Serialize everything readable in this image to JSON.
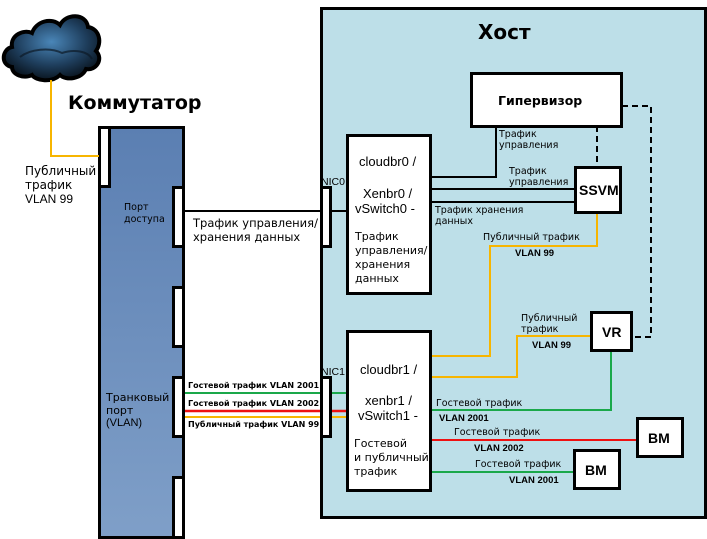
{
  "diagram": {
    "cloud": {
      "icon": "cloud-icon"
    },
    "switch": {
      "title": "Коммутатор",
      "public_uplink_label": [
        "Публичный",
        "трафик",
        "VLAN 99"
      ],
      "access_port_label": [
        "Порт",
        "доступа"
      ],
      "trunk_port_label": [
        "Транковый",
        "порт",
        "(VLAN)"
      ]
    },
    "access_link_label": [
      "Трафик управления/",
      "хранения данных"
    ],
    "trunk_links": [
      {
        "label": "Гостевой трафик VLAN 2001",
        "color": "#1aa84a"
      },
      {
        "label": "Гостевой трафик VLAN 2002",
        "color": "#ee1111"
      },
      {
        "label": "Публичный трафик VLAN 99",
        "color": "#f7b500"
      }
    ],
    "host": {
      "title": "Хост",
      "nic0": "NIC0",
      "nic1": "NIC1",
      "hypervisor": "Гипервизор",
      "ssvm": "SSVM",
      "vr": "VR",
      "vm1": "ВМ",
      "vm2": "ВМ",
      "bridge0": {
        "line1": "cloudbr0 /",
        "line2": "Xenbr0 /",
        "line3": "vSwitch0 -",
        "desc": [
          "Трафик",
          "управления/",
          "хранения",
          "данных"
        ]
      },
      "bridge1": {
        "line1": "cloudbr1 /",
        "line2": "xenbr1 /",
        "line3": "vSwitch1 -",
        "desc": [
          "Гостевой",
          "и публичный",
          "трафик"
        ]
      },
      "labels": {
        "hyp_mgmt": [
          "Трафик",
          "управления"
        ],
        "ssvm_mgmt": [
          "Трафик",
          "управления"
        ],
        "ssvm_storage": [
          "Трафик хранения",
          "данных"
        ],
        "ssvm_public": "Публичный трафик",
        "ssvm_public_vlan": "VLAN 99",
        "vr_public": [
          "Публичный",
          "трафик"
        ],
        "vr_public_vlan": "VLAN 99",
        "vr_guest": "Гостевой трафик",
        "vr_guest_vlan": "VLAN 2001",
        "vm1_guest": "Гостевой трафик",
        "vm1_guest_vlan": "VLAN 2002",
        "vm2_guest": "Гостевой трафик",
        "vm2_guest_vlan": "VLAN 2001"
      }
    },
    "colors": {
      "host_bg": "#bddfe8",
      "switch_top": "#5b7fb2",
      "switch_bottom": "#7f9fc8",
      "public": "#f7b500",
      "guest_2001": "#1aa84a",
      "guest_2002": "#ee1111"
    }
  }
}
